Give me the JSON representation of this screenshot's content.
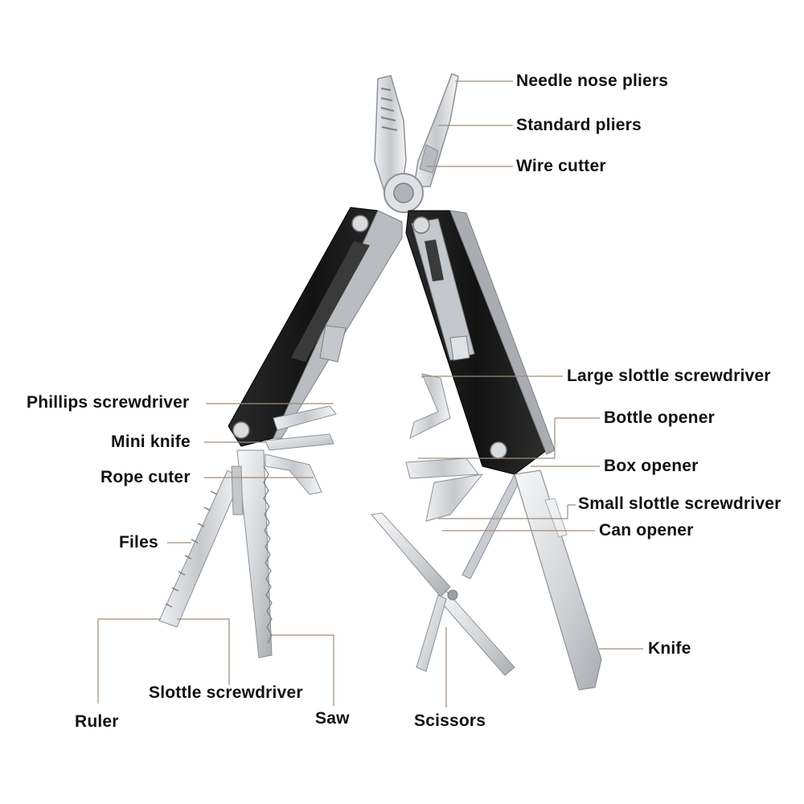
{
  "diagram": {
    "colors": {
      "leader": "#a08c7a",
      "label_text": "#111111",
      "handle": "#141414",
      "steel": "#c9ccd0",
      "steel_dark": "#8d9196",
      "background": "#ffffff"
    },
    "labels": {
      "needle_nose_pliers": "Needle nose pliers",
      "standard_pliers": "Standard pliers",
      "wire_cutter": "Wire cutter",
      "large_slottle_screwdriver": "Large slottle screwdriver",
      "bottle_opener": "Bottle opener",
      "box_opener": "Box opener",
      "small_slottle_screwdriver": "Small slottle screwdriver",
      "can_opener": "Can opener",
      "knife": "Knife",
      "phillips_screwdriver": "Phillips screwdriver",
      "mini_knife": "Mini knife",
      "rope_cuter": "Rope cuter",
      "files": "Files",
      "slottle_screwdriver": "Slottle screwdriver",
      "ruler": "Ruler",
      "saw": "Saw",
      "scissors": "Scissors"
    }
  }
}
